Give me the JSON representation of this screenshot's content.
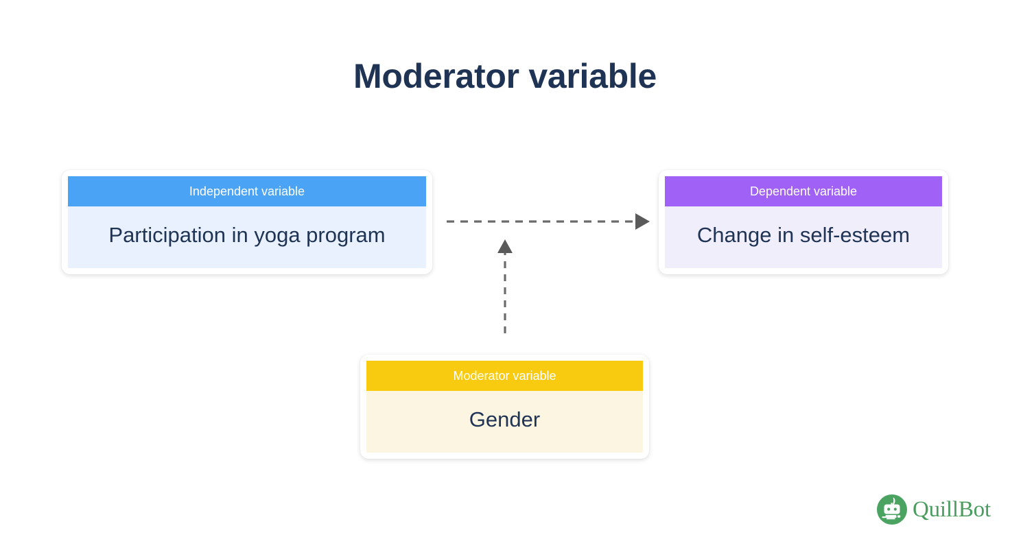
{
  "page": {
    "title": "Moderator variable",
    "background_color": "#ffffff",
    "title_color": "#1f3355"
  },
  "diagram": {
    "type": "moderation-model",
    "nodes": [
      {
        "id": "independent-variable",
        "header": "Independent variable",
        "body": "Participation in yoga program",
        "header_color": "#4aa3f5",
        "body_color": "#e8f1fd",
        "text_color": "#1f3355"
      },
      {
        "id": "dependent-variable",
        "header": "Dependent variable",
        "body": "Change in self-esteem",
        "header_color": "#a061f7",
        "body_color": "#f0eefb",
        "text_color": "#1f3355"
      },
      {
        "id": "moderator-variable",
        "header": "Moderator variable",
        "body": "Gender",
        "header_color": "#f8cb10",
        "body_color": "#fcf5e2",
        "text_color": "#1f3355"
      }
    ],
    "connectors": [
      {
        "id": "iv-to-dv",
        "from": "independent-variable",
        "to": "dependent-variable",
        "style": "dashed",
        "direction": "right",
        "color": "#5a5a5a"
      },
      {
        "id": "mv-to-path",
        "from": "moderator-variable",
        "to": "iv-to-dv",
        "style": "dashed",
        "direction": "up",
        "color": "#5a5a5a"
      }
    ]
  },
  "branding": {
    "name": "QuillBot",
    "color": "#4a9d5f"
  }
}
